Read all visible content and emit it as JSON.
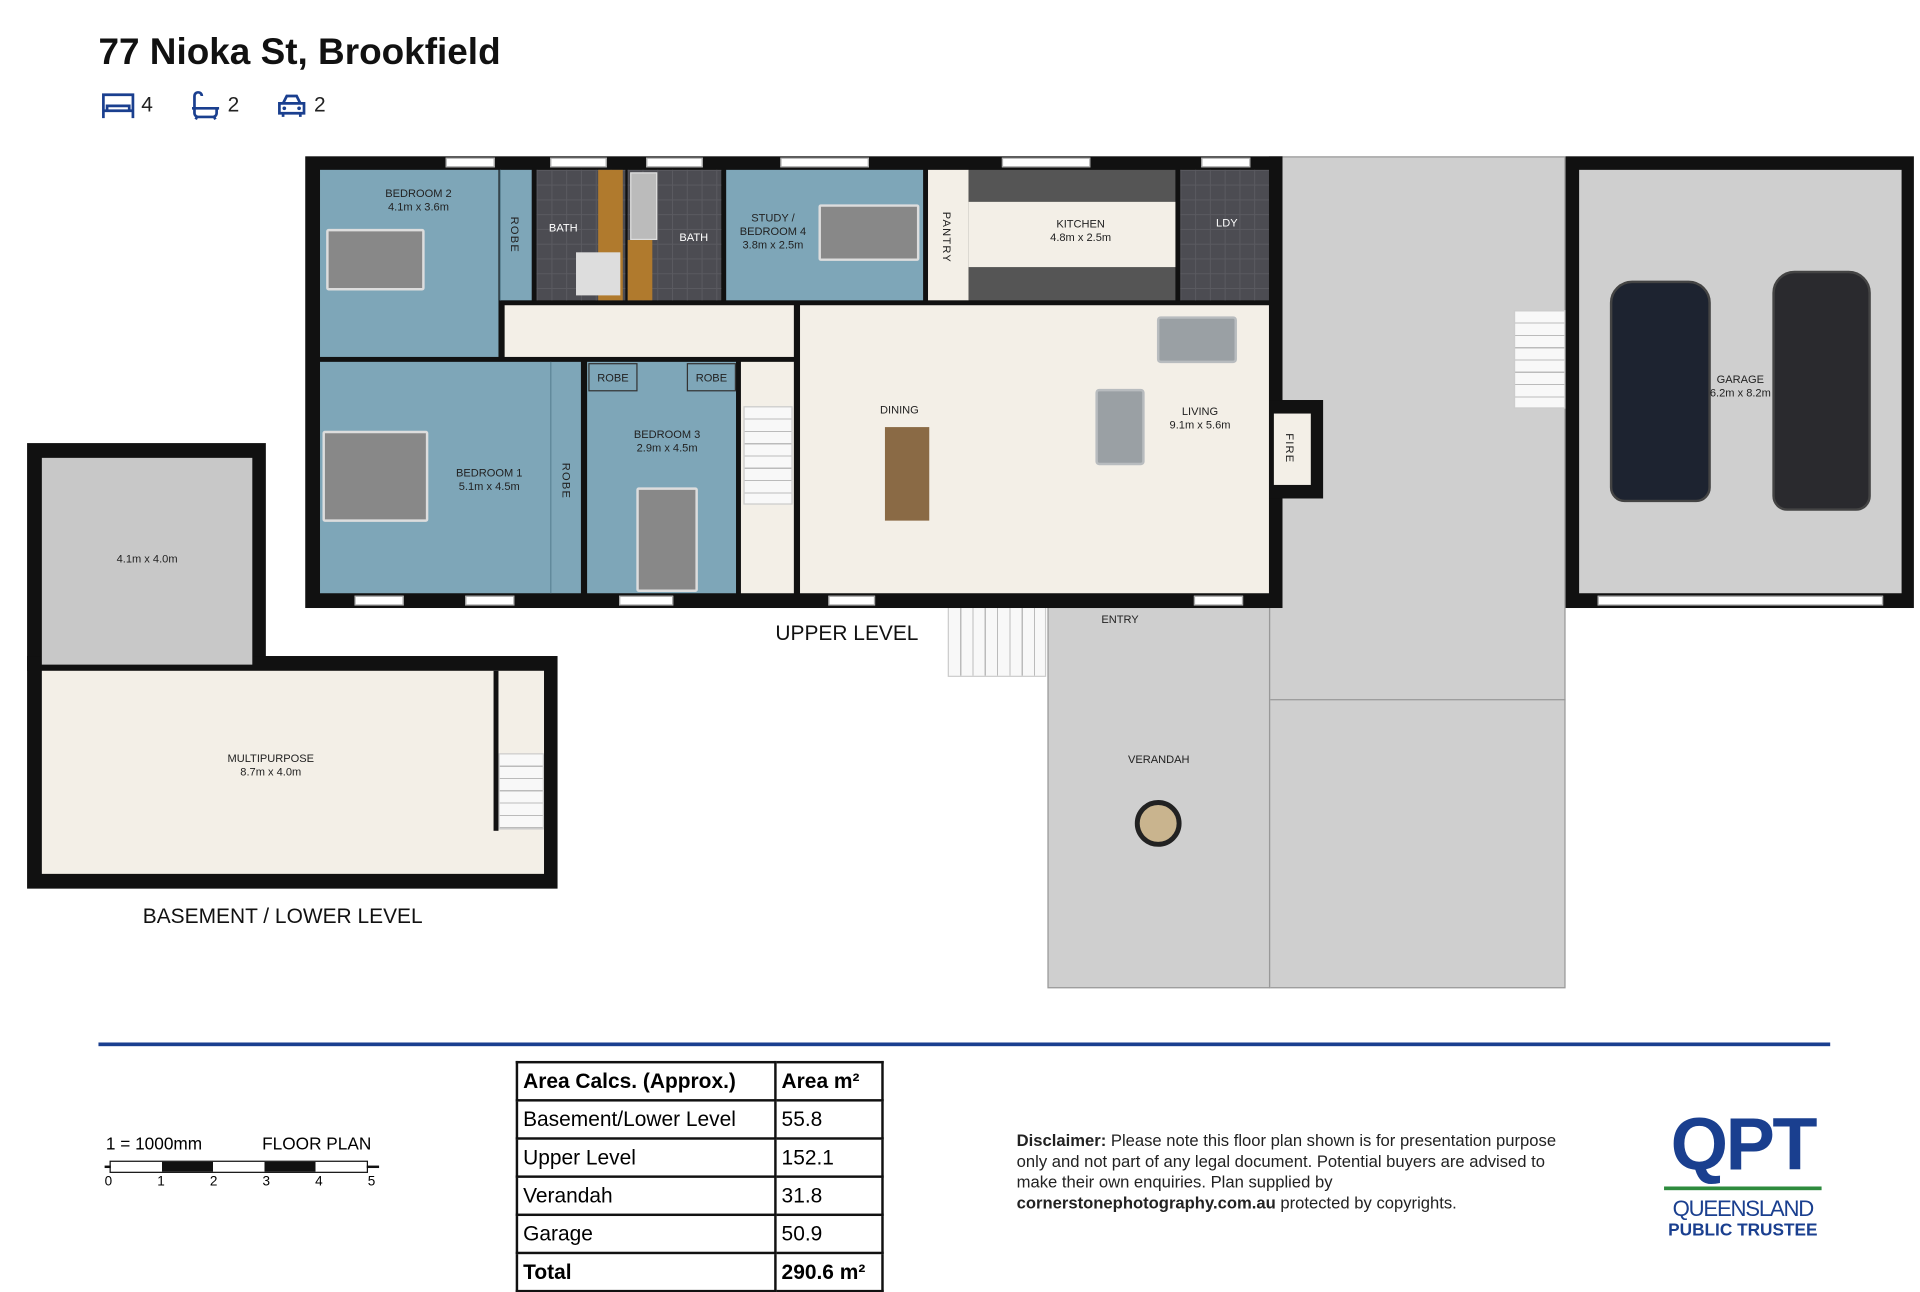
{
  "header": {
    "title": "77 Nioka St, Brookfield",
    "stats": [
      {
        "icon": "bed-icon",
        "value": "4"
      },
      {
        "icon": "bath-icon",
        "value": "2"
      },
      {
        "icon": "car-icon",
        "value": "2"
      }
    ]
  },
  "plan": {
    "upper_label": "UPPER  LEVEL",
    "basement_label": "BASEMENT / LOWER LEVEL",
    "rooms": {
      "bedroom2": {
        "name": "BEDROOM 2",
        "size": "4.1m x 3.6m"
      },
      "robe": "ROBE",
      "bath": "BATH",
      "study": {
        "name": "STUDY /",
        "name2": "BEDROOM 4",
        "size": "3.8m x 2.5m"
      },
      "pantry": "PANTRY",
      "kitchen": {
        "name": "KITCHEN",
        "size": "4.8m x 2.5m"
      },
      "ldy": "LDY",
      "bedroom1": {
        "name": "BEDROOM 1",
        "size": "5.1m x 4.5m"
      },
      "bedroom3": {
        "name": "BEDROOM 3",
        "size": "2.9m x 4.5m"
      },
      "dining": "DINING",
      "living": {
        "name": "LIVING",
        "size": "9.1m x 5.6m"
      },
      "fire": "FIRE",
      "entry": "ENTRY",
      "verandah": "VERANDAH",
      "garage": {
        "name": "GARAGE",
        "size": "6.2m x 8.2m"
      },
      "basement_room": {
        "size": "4.1m x 4.0m"
      },
      "multipurpose": {
        "name": "MULTIPURPOSE",
        "size": "8.7m x 4.0m"
      }
    }
  },
  "scale": {
    "ratio": "1 = 1000mm",
    "label": "FLOOR PLAN",
    "ticks": [
      "0",
      "1",
      "2",
      "3",
      "4",
      "5"
    ]
  },
  "areas": {
    "headers": [
      "Area Calcs. (Approx.)",
      "Area m²"
    ],
    "rows": [
      [
        "Basement/Lower Level",
        "55.8"
      ],
      [
        "Upper Level",
        "152.1"
      ],
      [
        "Verandah",
        "31.8"
      ],
      [
        "Garage",
        "50.9"
      ]
    ],
    "total": [
      "Total",
      "290.6 m²"
    ]
  },
  "disclaimer": {
    "bold": "Disclaimer:",
    "text": " Please note this floor plan shown is for presentation purpose only and not part of any legal document. Potential buyers are advised to make their own enquiries. Plan supplied by ",
    "site": "cornerstonephotography.com.au",
    "tail": " protected by copyrights."
  },
  "logo": {
    "mark": "QPT",
    "line1": "QUEENSLAND",
    "line2": "PUBLIC TRUSTEE"
  },
  "colors": {
    "brand": "#1a3f8f",
    "green": "#2e8b3e"
  }
}
